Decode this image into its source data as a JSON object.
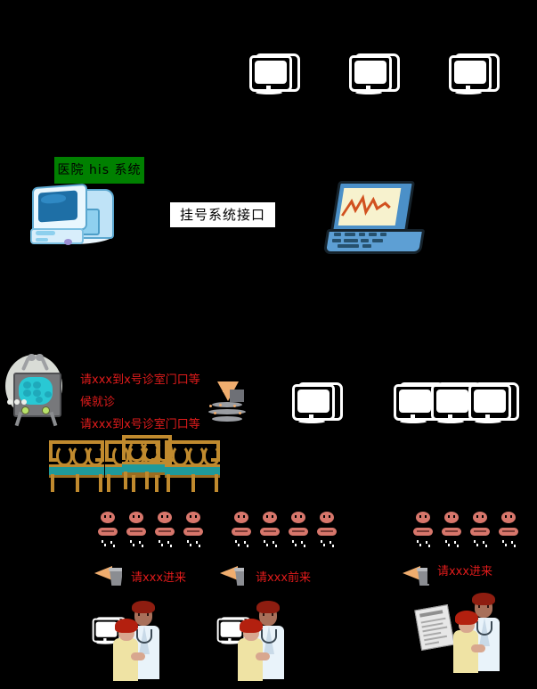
{
  "diagram": {
    "title": "hospital-queue-system-diagram",
    "background_color": "#000000"
  },
  "labels": {
    "his_system": {
      "text": "医院 his 系统",
      "bg_color": "#008000",
      "text_color": "#000000"
    },
    "registration_interface": {
      "text": "挂号系统接口",
      "bg_color": "#ffffff",
      "text_color": "#000000"
    },
    "waiting_hall_display": {
      "line1": "请xxx到x号诊室门口等",
      "line2": "候就诊",
      "line3": "请xxx到x号诊室门口等",
      "text_color": "#e01b1b",
      "bg_color": "#000000"
    },
    "room_calls": [
      {
        "text": "请xxx进来",
        "text_color": "#e01b1b"
      },
      {
        "text": "请xxx前来",
        "text_color": "#e01b1b"
      },
      {
        "text": "请xxx进来",
        "text_color": "#e01b1b"
      }
    ]
  },
  "icons": {
    "top_monitors": [
      "crt-monitor-icon",
      "crt-monitor-icon",
      "crt-monitor-icon"
    ],
    "his_workstation": "desktop-computer-icon",
    "laptop": "laptop-chart-icon",
    "hall_display": "crt-tv-display-icon",
    "hall_speaker": "loudspeaker-horn-icon",
    "mid_monitor_single": "crt-monitor-icon",
    "mid_monitor_group": [
      "crt-monitor-icon",
      "crt-monitor-icon",
      "crt-monitor-icon"
    ],
    "benches": [
      "waiting-bench-icon",
      "waiting-bench-icon",
      "waiting-bench-icon",
      "waiting-bench-icon"
    ],
    "room_speakers": [
      "loudspeaker-horn-icon",
      "loudspeaker-horn-icon",
      "loudspeaker-horn-icon"
    ],
    "consult_rooms": [
      {
        "staff": "doctor-patient-icon",
        "device": "crt-monitor-icon"
      },
      {
        "staff": "doctor-patient-icon",
        "device": "crt-monitor-icon"
      },
      {
        "staff": "doctor-patient-icon",
        "device": "prescription-paper-icon"
      }
    ],
    "crowd_groups": [
      {
        "count": 4
      },
      {
        "count": 4
      },
      {
        "count": 4
      }
    ]
  },
  "colors": {
    "green_label": "#008000",
    "white_label": "#ffffff",
    "red_text": "#e01b1b",
    "monitor_white": "#ffffff",
    "bench_wood": "#c08a2e",
    "bench_seat": "#1f9a9a",
    "tv_screen": "#29c8d4",
    "laptop_blue": "#5d9fd4",
    "laptop_chart": "#d1511f",
    "speaker_orange": "#f0ad6e",
    "person_pink": "#d7766b"
  }
}
